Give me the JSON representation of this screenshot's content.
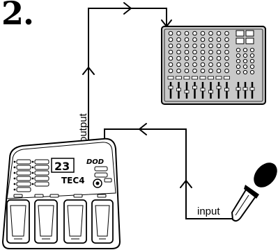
{
  "step": {
    "number": "2."
  },
  "labels": {
    "output": "output",
    "input": "input"
  },
  "pedal": {
    "brand": "DOD",
    "model": "TEC4",
    "display": "23"
  },
  "colors": {
    "mixer_body": "#c9c9c9",
    "line": "#000000",
    "background": "#ffffff"
  },
  "icons": {
    "mixer": "mixing-console-icon",
    "pedal": "multi-effects-pedal-icon",
    "microphone": "microphone-icon"
  }
}
